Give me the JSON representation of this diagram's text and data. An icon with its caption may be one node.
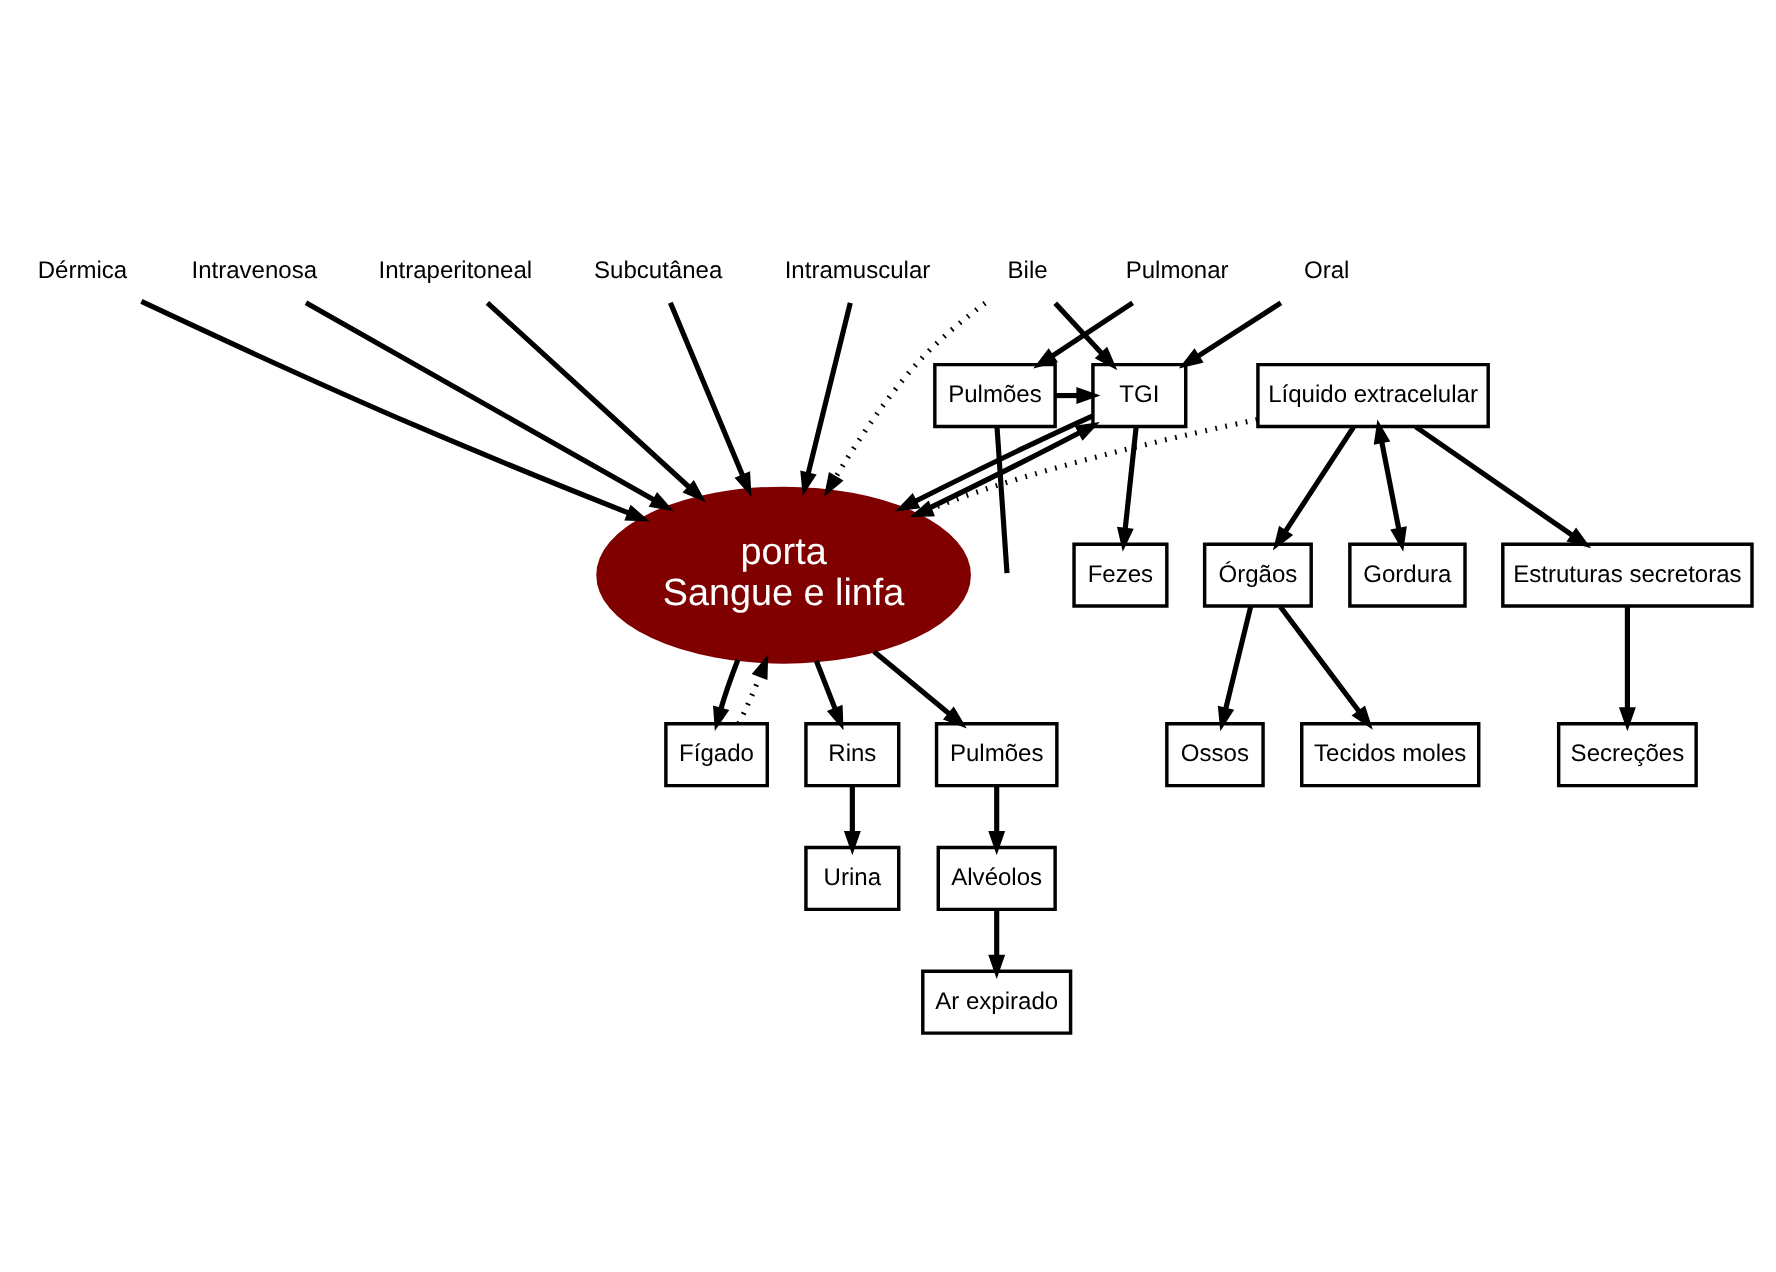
{
  "diagram": {
    "nodes": [
      {
        "text": [
          "Oral"
        ]
      },
      {
        "text": [
          "Pulmonar"
        ]
      },
      {
        "text": [
          "Intravenosa"
        ]
      },
      {
        "text": [
          "Intraperitoneal"
        ]
      },
      {
        "text": [
          "Subcutânea"
        ]
      },
      {
        "text": [
          "Intramuscular"
        ]
      },
      {
        "text": [
          "Dérmica"
        ]
      },
      {
        "text": [
          "TGI"
        ]
      },
      {
        "text": [
          "Pulmões"
        ]
      },
      {
        "text": [
          "porta",
          "Sangue e linfa"
        ]
      },
      {
        "text": [
          "Fígado"
        ]
      },
      {
        "text": [
          "Bile"
        ]
      },
      {
        "text": [
          "Líquido extracelular"
        ]
      },
      {
        "text": [
          "Gordura"
        ]
      },
      {
        "text": [
          "Rins"
        ]
      },
      {
        "text": [
          "Pulmões"
        ]
      },
      {
        "text": [
          "Estruturas secretoras"
        ]
      },
      {
        "text": [
          "Órgãos"
        ]
      },
      {
        "text": [
          "Tecidos moles"
        ]
      },
      {
        "text": [
          "Ossos"
        ]
      },
      {
        "text": [
          "Alvéolos"
        ]
      },
      {
        "text": [
          "Fezes"
        ]
      },
      {
        "text": [
          "Urina"
        ]
      },
      {
        "text": [
          "Ar expirado"
        ]
      },
      {
        "text": [
          "Secreções"
        ]
      }
    ],
    "edges": [
      {
        "from": 0,
        "to": 7,
        "arrow": "to"
      },
      {
        "from": 1,
        "to": 8,
        "arrow": "to"
      },
      {
        "from": 8,
        "to": 7,
        "arrow": "to"
      },
      {
        "from": 8,
        "to": null,
        "arrow": "none"
      },
      {
        "from": 2,
        "to": 9,
        "arrow": "to"
      },
      {
        "from": 3,
        "to": 9,
        "arrow": "to"
      },
      {
        "from": 4,
        "to": 9,
        "arrow": "to"
      },
      {
        "from": 5,
        "to": 9,
        "arrow": "to"
      },
      {
        "from": 6,
        "to": 9,
        "arrow": "to"
      },
      {
        "from": 7,
        "to": 9,
        "arrow": "to"
      },
      {
        "from": 9,
        "to": 10,
        "arrow": "to"
      },
      {
        "from": 10,
        "to": 9,
        "arrow": "to",
        "style": "dashed"
      },
      {
        "from": 11,
        "to": 9,
        "arrow": "to",
        "style": "dashed"
      },
      {
        "from": 11,
        "to": 7,
        "arrow": "to"
      },
      {
        "from": 9,
        "to": 7,
        "arrow": "to"
      },
      {
        "from": 12,
        "to": 9,
        "arrow": "to",
        "style": "dashed"
      },
      {
        "from": 12,
        "to": 13,
        "arrow": "both"
      },
      {
        "from": 9,
        "to": 14,
        "arrow": "to"
      },
      {
        "from": 9,
        "to": 15,
        "arrow": "to"
      },
      {
        "from": 12,
        "to": 16,
        "arrow": "to"
      },
      {
        "from": 12,
        "to": 17,
        "arrow": "to"
      },
      {
        "from": 17,
        "to": 18,
        "arrow": "to"
      },
      {
        "from": 17,
        "to": 19,
        "arrow": "to"
      },
      {
        "from": 7,
        "to": 21,
        "arrow": "to"
      },
      {
        "from": 14,
        "to": 22,
        "arrow": "to"
      },
      {
        "from": 15,
        "to": 20,
        "arrow": "to"
      },
      {
        "from": 20,
        "to": 23,
        "arrow": "to"
      },
      {
        "from": 16,
        "to": 24,
        "arrow": "to"
      }
    ]
  }
}
